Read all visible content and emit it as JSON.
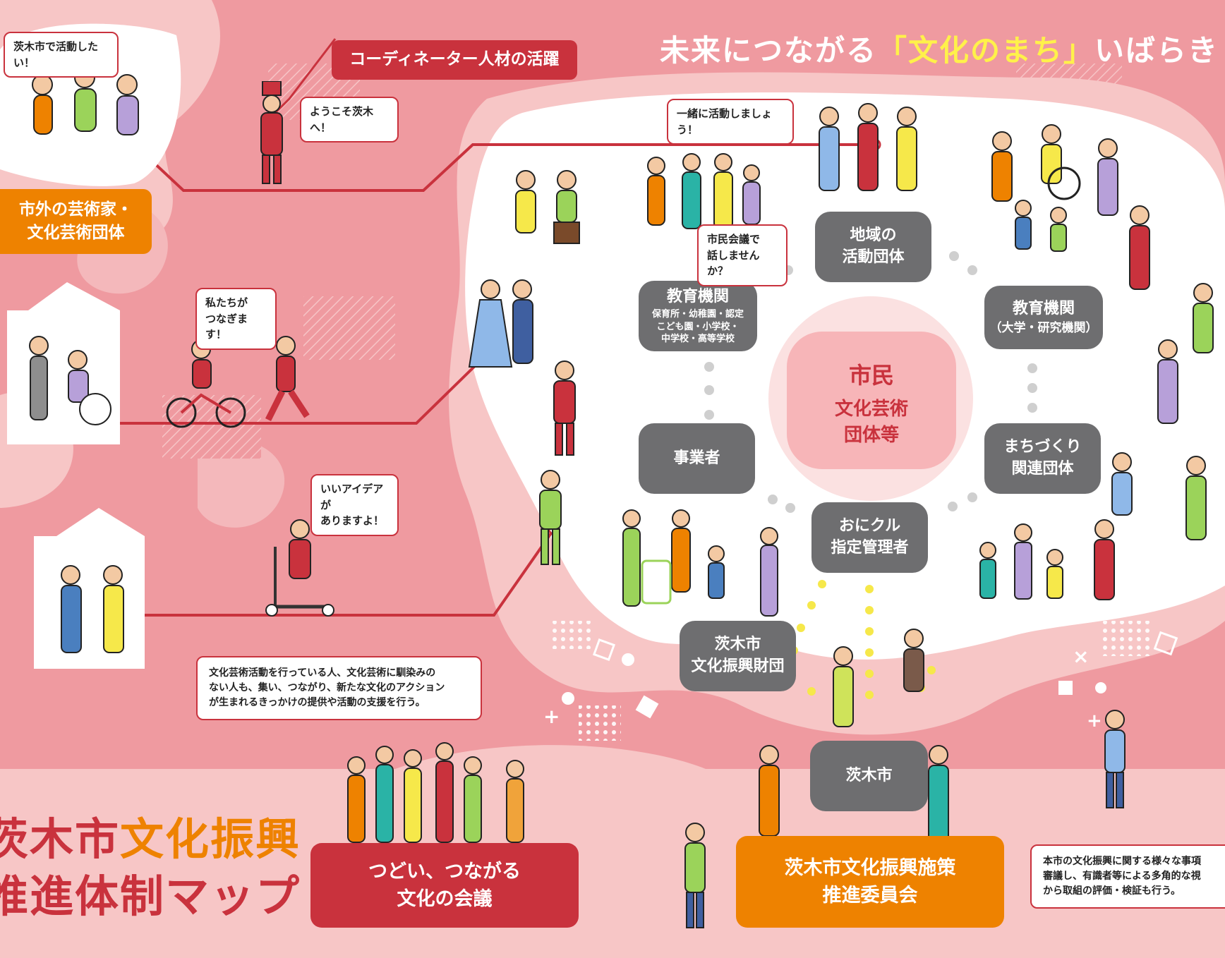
{
  "header": {
    "slogan_prefix": "未来につながる",
    "slogan_highlight": "「文化のまち」",
    "slogan_suffix": "いばらき"
  },
  "title": {
    "line1_black": "茨木市",
    "line1_orange": "文化振興",
    "line2": "推進体制マップ"
  },
  "center": {
    "line1": "市民",
    "line2": "文化芸術",
    "line3": "団体等"
  },
  "nodes": {
    "community_groups": "地域の\n活動団体",
    "education_schools": "教育機関",
    "education_schools_detail": "保育所・幼稚園・認定\nこども園・小学校・\n中学校・高等学校",
    "education_univ": "教育機関",
    "education_univ_detail": "（大学・研究機関）",
    "businesses": "事業者",
    "town_planning": "まちづくり\n関連団体",
    "onikuru": "おにクル\n指定管理者",
    "foundation": "茨木市\n文化振興財団",
    "city": "茨木市"
  },
  "banners": {
    "coordinator": "コーディネーター人材の活躍",
    "outside_artists": "市外の芸術家・\n文化芸術団体",
    "meeting": "つどい、つながる\n文化の会議",
    "committee": "茨木市文化振興施策\n推進委員会"
  },
  "bubbles": {
    "want_to_act": "茨木市で活動したい！",
    "welcome": "ようこそ茨木へ！",
    "lets_act": "一緒に活動しましょう！",
    "citizen_meeting": "市民会議で\n話しませんか？",
    "we_connect": "私たちが\nつなぎます！",
    "good_idea": "いいアイデアが\nありますよ！",
    "meeting_desc": "文化芸術活動を行っている人、文化芸術に馴染みの\nない人も、集い、つながり、新たな文化のアクション\nが生まれるきっかけの提供や活動の支援を行う。",
    "committee_desc": "本市の文化振興に関する様々な事項\n審議し、有識者等による多角的な視\nから取組の評価・検証も行う。"
  },
  "colors": {
    "background_pink": "#ef9aa0",
    "light_pink": "#f7c6c6",
    "red": "#c9323d",
    "orange": "#ee8200",
    "gray_node": "#6e6e70",
    "dot_gray": "#cfcfcf",
    "dot_yellow": "#f6e84a",
    "highlight_yellow": "#fff14a"
  }
}
